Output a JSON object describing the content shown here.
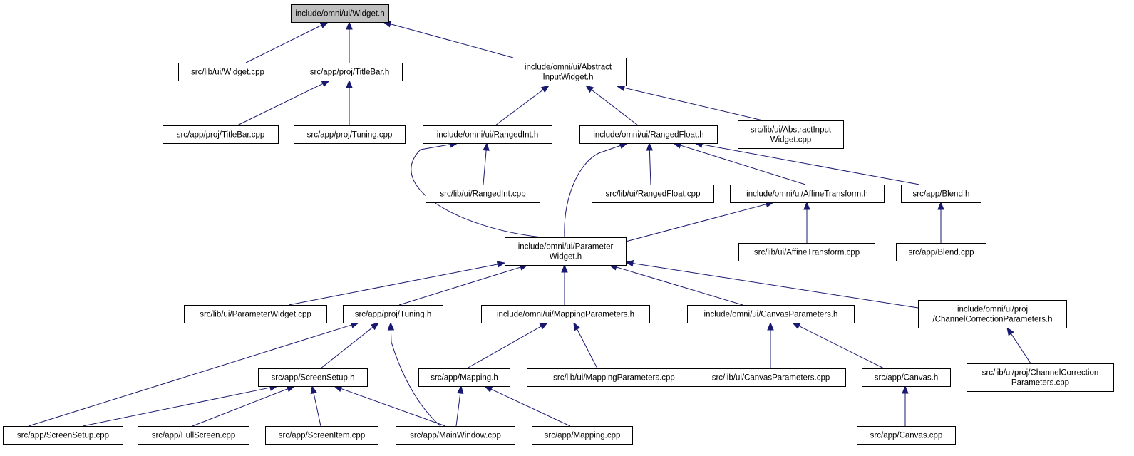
{
  "graph": {
    "root": "include/omni/ui/Widget.h",
    "nodes": [
      {
        "id": "widget_h",
        "lines": [
          "include/omni/ui/Widget.h"
        ],
        "root": true
      },
      {
        "id": "widget_cpp",
        "lines": [
          "src/lib/ui/Widget.cpp"
        ]
      },
      {
        "id": "titlebar_h",
        "lines": [
          "src/app/proj/TitleBar.h"
        ]
      },
      {
        "id": "abstract_h",
        "lines": [
          "include/omni/ui/Abstract",
          "InputWidget.h"
        ]
      },
      {
        "id": "titlebar_cpp",
        "lines": [
          "src/app/proj/TitleBar.cpp"
        ]
      },
      {
        "id": "tuning_cpp",
        "lines": [
          "src/app/proj/Tuning.cpp"
        ]
      },
      {
        "id": "rangedint_h",
        "lines": [
          "include/omni/ui/RangedInt.h"
        ]
      },
      {
        "id": "rangedfloat_h",
        "lines": [
          "include/omni/ui/RangedFloat.h"
        ]
      },
      {
        "id": "abstract_cpp",
        "lines": [
          "src/lib/ui/AbstractInput",
          "Widget.cpp"
        ]
      },
      {
        "id": "rangedint_cpp",
        "lines": [
          "src/lib/ui/RangedInt.cpp"
        ]
      },
      {
        "id": "rangedfloat_cpp",
        "lines": [
          "src/lib/ui/RangedFloat.cpp"
        ]
      },
      {
        "id": "affine_h",
        "lines": [
          "include/omni/ui/AffineTransform.h"
        ]
      },
      {
        "id": "blend_h",
        "lines": [
          "src/app/Blend.h"
        ]
      },
      {
        "id": "param_h",
        "lines": [
          "include/omni/ui/Parameter",
          "Widget.h"
        ]
      },
      {
        "id": "affine_cpp",
        "lines": [
          "src/lib/ui/AffineTransform.cpp"
        ]
      },
      {
        "id": "blend_cpp",
        "lines": [
          "src/app/Blend.cpp"
        ]
      },
      {
        "id": "param_cpp",
        "lines": [
          "src/lib/ui/ParameterWidget.cpp"
        ]
      },
      {
        "id": "tuning_h",
        "lines": [
          "src/app/proj/Tuning.h"
        ]
      },
      {
        "id": "mappingparams_h",
        "lines": [
          "include/omni/ui/MappingParameters.h"
        ]
      },
      {
        "id": "canvasparams_h",
        "lines": [
          "include/omni/ui/CanvasParameters.h"
        ]
      },
      {
        "id": "channel_h",
        "lines": [
          "include/omni/ui/proj",
          "/ChannelCorrectionParameters.h"
        ]
      },
      {
        "id": "screensetup_h",
        "lines": [
          "src/app/ScreenSetup.h"
        ]
      },
      {
        "id": "mapping_h",
        "lines": [
          "src/app/Mapping.h"
        ]
      },
      {
        "id": "mappingparams_cpp",
        "lines": [
          "src/lib/ui/MappingParameters.cpp"
        ]
      },
      {
        "id": "canvasparams_cpp",
        "lines": [
          "src/lib/ui/CanvasParameters.cpp"
        ]
      },
      {
        "id": "canvas_h",
        "lines": [
          "src/app/Canvas.h"
        ]
      },
      {
        "id": "channel_cpp",
        "lines": [
          "src/lib/ui/proj/ChannelCorrection",
          "Parameters.cpp"
        ]
      },
      {
        "id": "screensetup_cpp",
        "lines": [
          "src/app/ScreenSetup.cpp"
        ]
      },
      {
        "id": "fullscreen_cpp",
        "lines": [
          "src/app/FullScreen.cpp"
        ]
      },
      {
        "id": "screenitem_cpp",
        "lines": [
          "src/app/ScreenItem.cpp"
        ]
      },
      {
        "id": "mainwindow_cpp",
        "lines": [
          "src/app/MainWindow.cpp"
        ]
      },
      {
        "id": "mapping_cpp",
        "lines": [
          "src/app/Mapping.cpp"
        ]
      },
      {
        "id": "canvas_cpp",
        "lines": [
          "src/app/Canvas.cpp"
        ]
      }
    ],
    "edges": [
      {
        "from": "widget_cpp",
        "to": "widget_h"
      },
      {
        "from": "titlebar_h",
        "to": "widget_h"
      },
      {
        "from": "abstract_h",
        "to": "widget_h"
      },
      {
        "from": "titlebar_cpp",
        "to": "titlebar_h"
      },
      {
        "from": "tuning_cpp",
        "to": "titlebar_h"
      },
      {
        "from": "rangedint_h",
        "to": "abstract_h"
      },
      {
        "from": "rangedfloat_h",
        "to": "abstract_h"
      },
      {
        "from": "abstract_cpp",
        "to": "abstract_h"
      },
      {
        "from": "rangedint_cpp",
        "to": "rangedint_h"
      },
      {
        "from": "param_h",
        "to": "rangedint_h"
      },
      {
        "from": "param_h",
        "to": "rangedfloat_h"
      },
      {
        "from": "rangedfloat_cpp",
        "to": "rangedfloat_h"
      },
      {
        "from": "affine_h",
        "to": "rangedfloat_h"
      },
      {
        "from": "blend_h",
        "to": "rangedfloat_h"
      },
      {
        "from": "param_h",
        "to": "affine_h"
      },
      {
        "from": "affine_cpp",
        "to": "affine_h"
      },
      {
        "from": "blend_cpp",
        "to": "blend_h"
      },
      {
        "from": "param_cpp",
        "to": "param_h"
      },
      {
        "from": "tuning_h",
        "to": "param_h"
      },
      {
        "from": "mappingparams_h",
        "to": "param_h"
      },
      {
        "from": "canvasparams_h",
        "to": "param_h"
      },
      {
        "from": "channel_h",
        "to": "param_h"
      },
      {
        "from": "screensetup_cpp",
        "to": "tuning_h"
      },
      {
        "from": "screensetup_h",
        "to": "tuning_h"
      },
      {
        "from": "mainwindow_cpp",
        "to": "tuning_h"
      },
      {
        "from": "mapping_h",
        "to": "mappingparams_h"
      },
      {
        "from": "mappingparams_cpp",
        "to": "mappingparams_h"
      },
      {
        "from": "canvasparams_cpp",
        "to": "canvasparams_h"
      },
      {
        "from": "canvas_h",
        "to": "canvasparams_h"
      },
      {
        "from": "channel_cpp",
        "to": "channel_h"
      },
      {
        "from": "screensetup_cpp",
        "to": "screensetup_h"
      },
      {
        "from": "fullscreen_cpp",
        "to": "screensetup_h"
      },
      {
        "from": "screenitem_cpp",
        "to": "screensetup_h"
      },
      {
        "from": "mainwindow_cpp",
        "to": "screensetup_h"
      },
      {
        "from": "mainwindow_cpp",
        "to": "mapping_h"
      },
      {
        "from": "mapping_cpp",
        "to": "mapping_h"
      },
      {
        "from": "canvas_cpp",
        "to": "canvas_h"
      }
    ],
    "colors": {
      "edge": "#191970",
      "root_fill": "#bfbfbf",
      "node_fill": "#ffffff",
      "node_border": "#000000"
    }
  }
}
